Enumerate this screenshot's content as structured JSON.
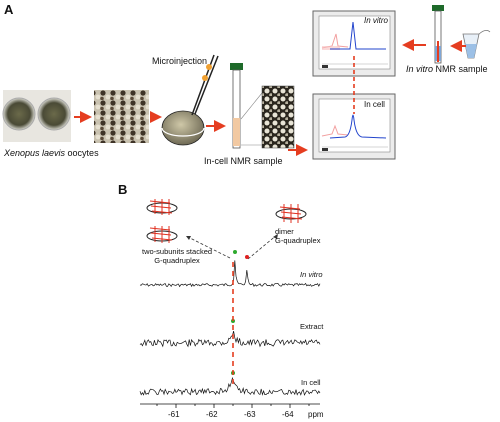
{
  "panel_a": {
    "label": "A",
    "oocytes_caption_italic": "Xenopus laevis",
    "oocytes_caption_rest": " oocytes",
    "microinjection_label": "Microinjection",
    "in_cell_sample_label": "In-cell  NMR sample",
    "in_vitro_sample_italic": "In vitro",
    "in_vitro_sample_rest": " NMR sample",
    "spectrum_top_label": "In vitro",
    "spectrum_bottom_label": "In cell"
  },
  "panel_b": {
    "label": "B",
    "annotation_left": [
      "two-subunits stacked",
      "G-quadruplex"
    ],
    "annotation_right": [
      "dimer",
      "G-quadruplex"
    ],
    "trace_labels": [
      "In vitro",
      "Extract",
      "In cell"
    ],
    "axis_ticks": [
      "-61",
      "-62",
      "-63",
      "-64"
    ],
    "axis_unit": "ppm"
  },
  "colors": {
    "arrow_red": "#e53d20",
    "spectrum_blue": "#2244cc",
    "spectrum_pink": "#f2a0a0",
    "marker_green": "#2eaa2e",
    "marker_red": "#e02020"
  }
}
